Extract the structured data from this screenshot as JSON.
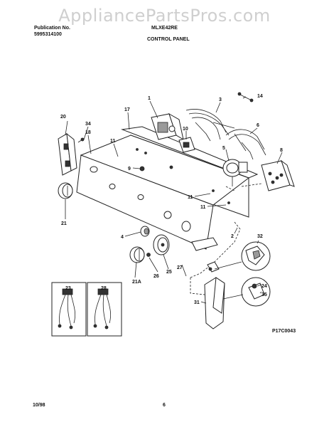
{
  "watermark": "AppliancePartsPros.com",
  "header": {
    "publication_label": "Publication No.",
    "publication_number": "5995314100",
    "model": "MLXE42RE",
    "section_title": "CONTROL PANEL"
  },
  "footer": {
    "date": "10/98",
    "page_number": "6",
    "diagram_code": "P17C0043"
  },
  "callouts": {
    "c1": "1",
    "c2": "2",
    "c3": "3",
    "c4": "4",
    "c5": "5",
    "c6": "6",
    "c8": "8",
    "c9": "9",
    "c10": "10",
    "c11a": "11",
    "c11b": "11",
    "c11c": "11",
    "c14": "14",
    "c17": "17",
    "c18": "18",
    "c20": "20",
    "c21": "21",
    "c21a": "21A",
    "c23": "23",
    "c24": "24",
    "c25": "25",
    "c26": "26",
    "c27": "27",
    "c28": "28",
    "c31": "31",
    "c32": "32",
    "c34": "34",
    "c35": "35"
  }
}
